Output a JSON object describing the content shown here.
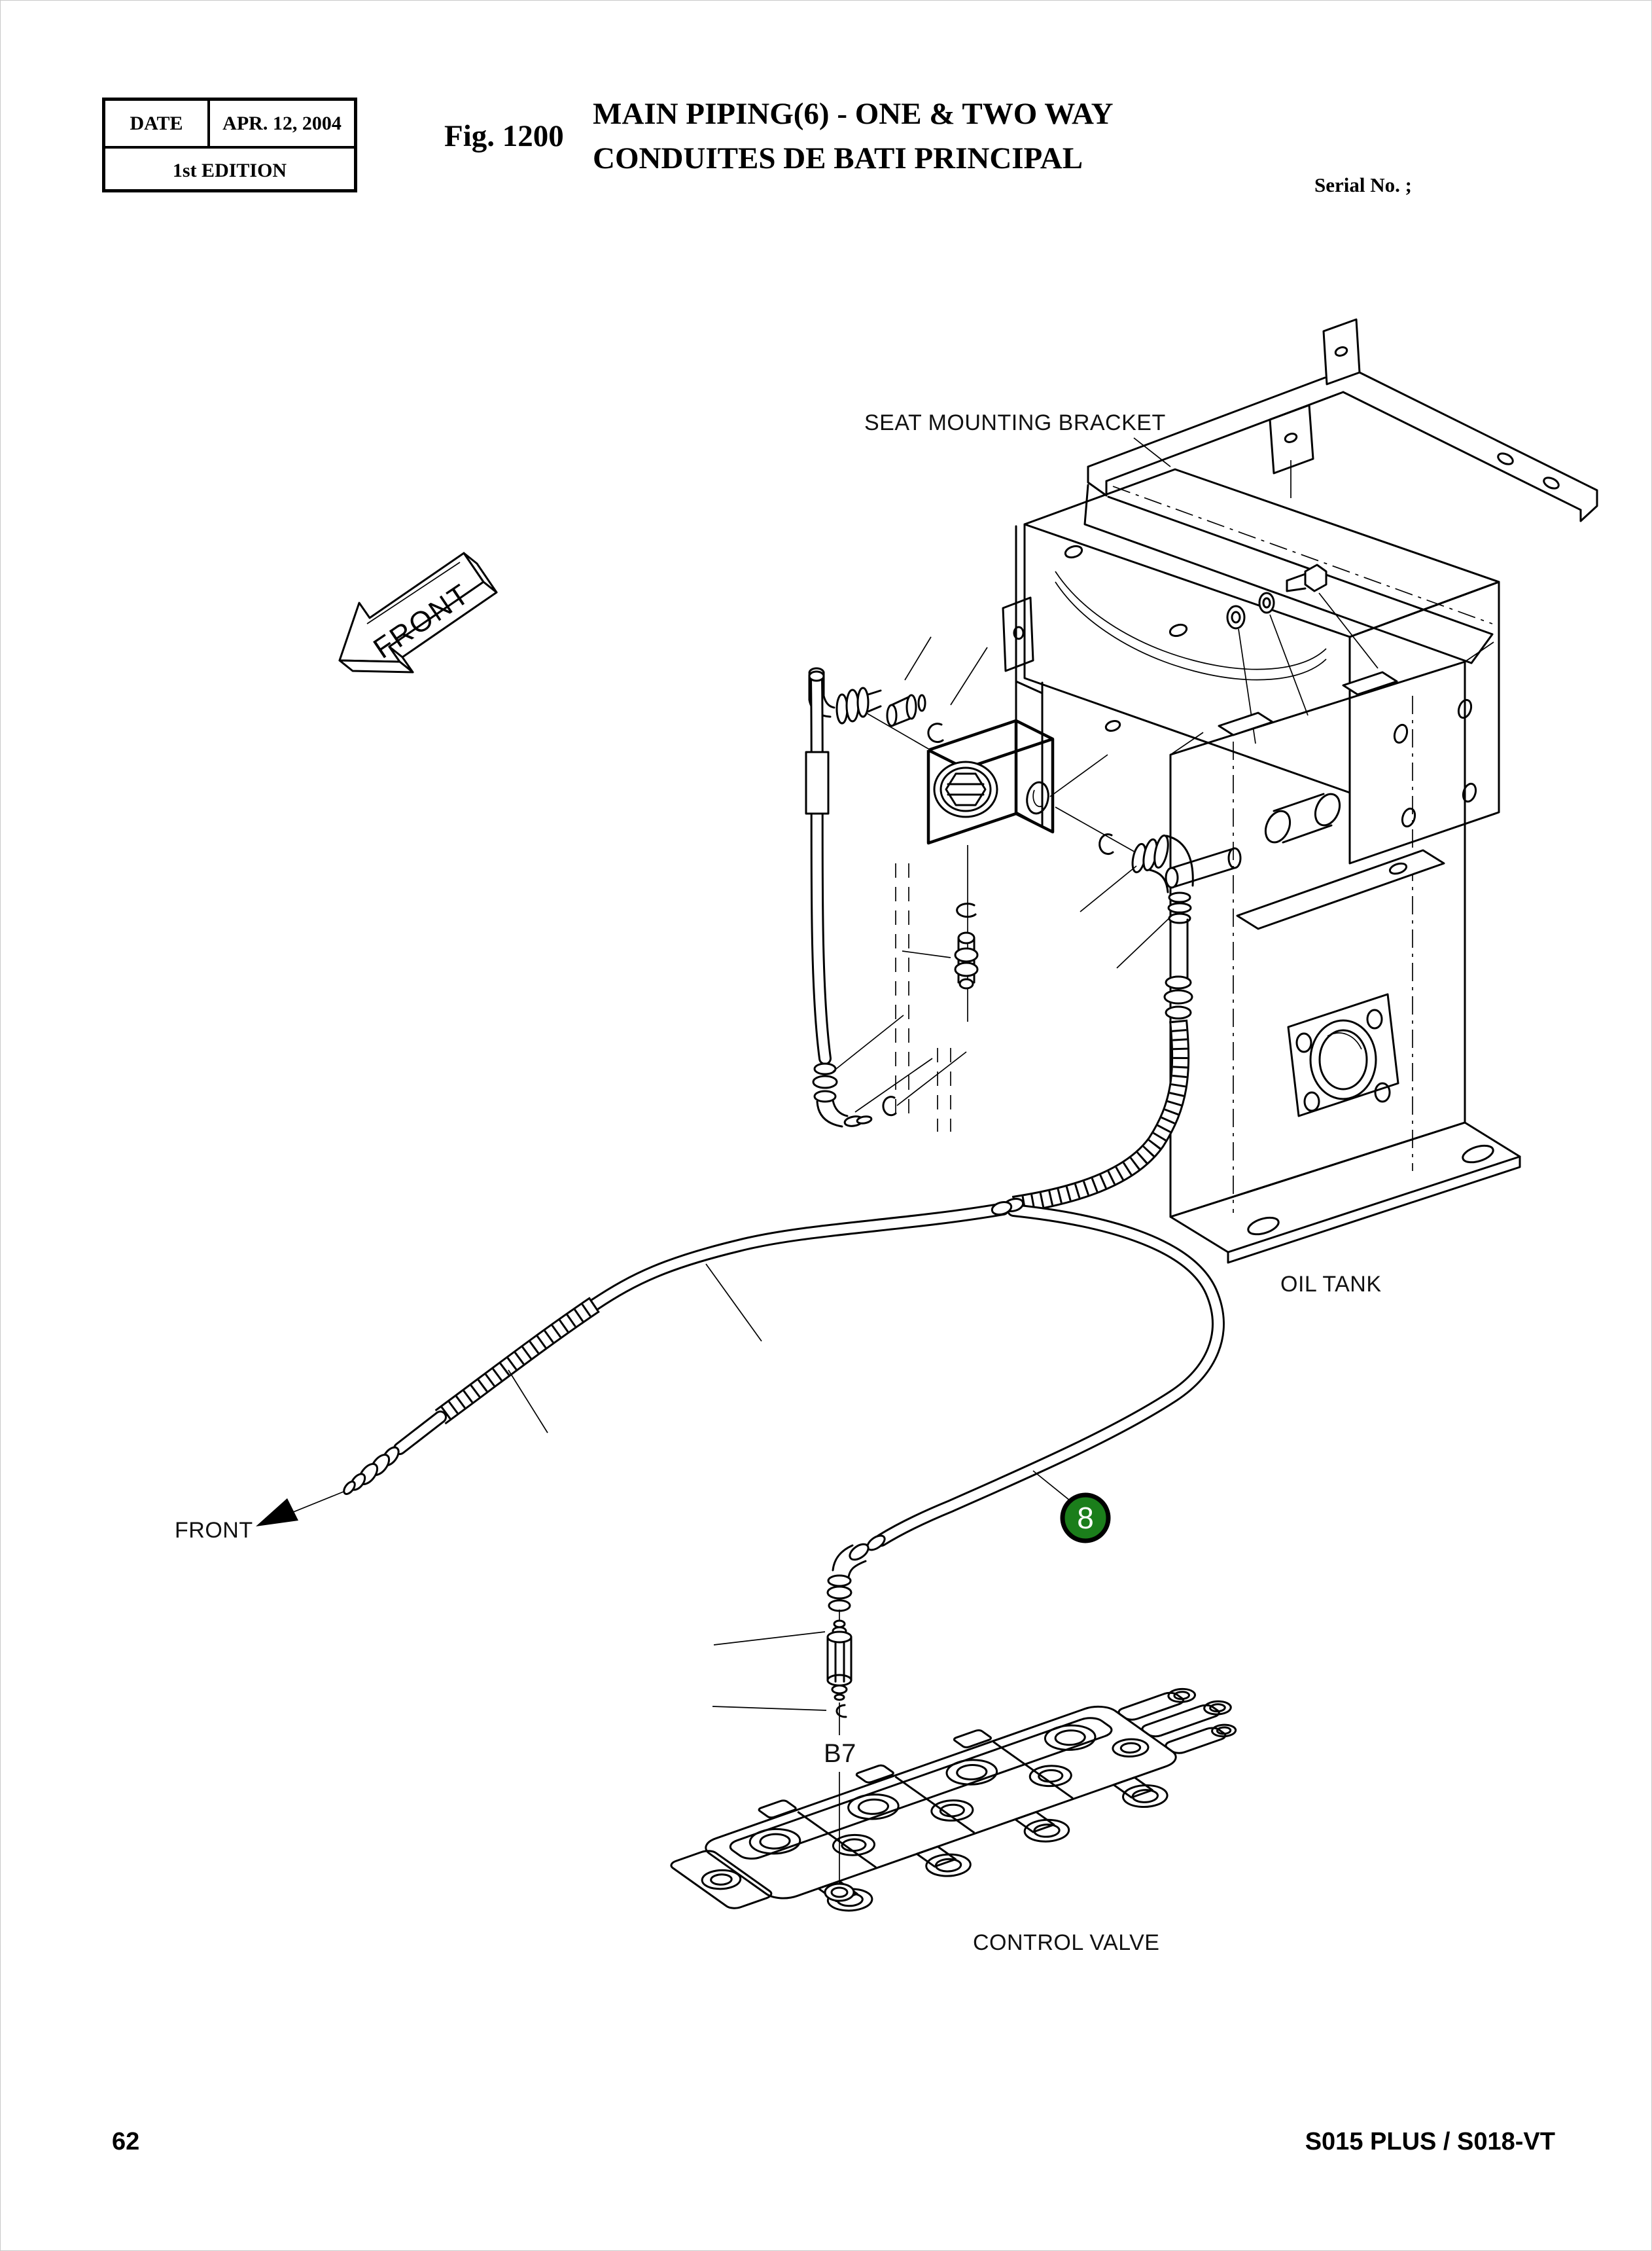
{
  "header": {
    "info_table": {
      "date_label": "DATE",
      "date_value": "APR. 12, 2004",
      "edition": "1st EDITION"
    },
    "figure_label": "Fig. 1200",
    "title_line1": "MAIN PIPING(6) - ONE & TWO WAY",
    "title_line2": "CONDUITES DE BATI PRINCIPAL",
    "serial_label": "Serial No. ;"
  },
  "diagram": {
    "labels": {
      "seat_mounting_bracket": "SEAT MOUNTING BRACKET",
      "oil_tank": "OIL TANK",
      "front_arrow_3d": "FRONT",
      "front_arrow_bottom": "FRONT",
      "port_b7": "B7",
      "control_valve": "CONTROL VALVE"
    },
    "callouts": [
      {
        "number": "8",
        "fill_color": "#1b7e1b",
        "text_color": "#ffffff"
      }
    ]
  },
  "footer": {
    "page_number": "62",
    "model_code": "S015 PLUS / S018-VT"
  }
}
